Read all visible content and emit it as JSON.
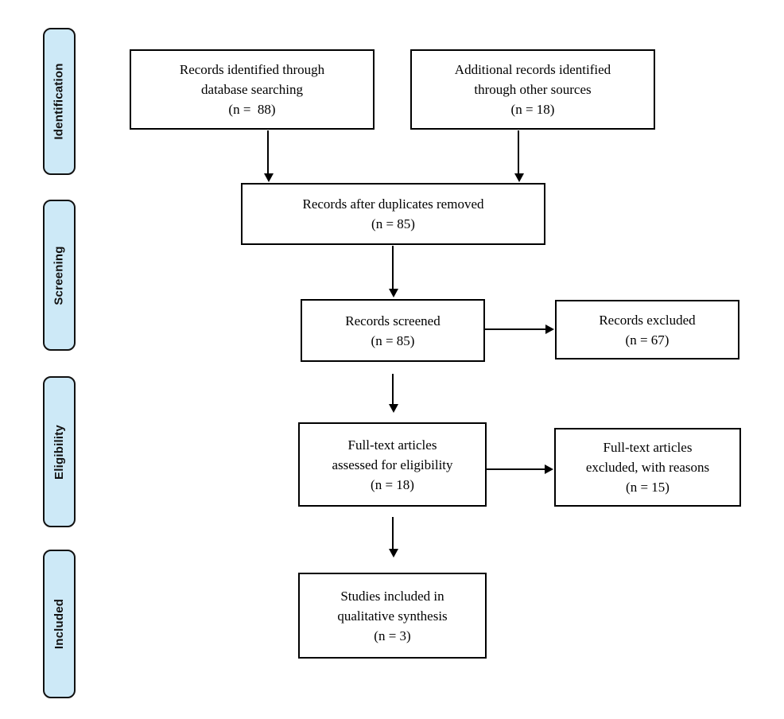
{
  "stages": [
    {
      "id": "identification",
      "label": "Identification"
    },
    {
      "id": "screening",
      "label": "Screening"
    },
    {
      "id": "eligibility",
      "label": "Eligibility"
    },
    {
      "id": "included",
      "label": "Included"
    }
  ],
  "boxes": {
    "records_identified": {
      "lines": [
        "Records identified through",
        "database searching",
        "(n =  88)"
      ],
      "count": 88
    },
    "additional_records": {
      "lines": [
        "Additional records identified",
        "through other sources",
        "(n = 18)"
      ],
      "count": 18
    },
    "duplicates_removed": {
      "lines": [
        "Records after duplicates removed",
        "(n = 85)"
      ],
      "count": 85
    },
    "records_screened": {
      "lines": [
        "Records screened",
        "(n = 85)"
      ],
      "count": 85
    },
    "records_excluded": {
      "lines": [
        "Records excluded",
        "(n = 67)"
      ],
      "count": 67
    },
    "fulltext_assessed": {
      "lines": [
        "Full-text articles",
        "assessed for eligibility",
        "(n = 18)"
      ],
      "count": 18
    },
    "fulltext_excluded": {
      "lines": [
        "Full-text articles",
        "excluded, with reasons",
        "(n = 15)"
      ],
      "count": 15
    },
    "studies_included": {
      "lines": [
        "Studies included in",
        "qualitative synthesis",
        "(n = 3)"
      ],
      "count": 3
    }
  },
  "colors": {
    "stage_fill": "#cde9f7",
    "stage_border": "#111111",
    "box_border": "#000000",
    "arrow": "#000000"
  }
}
